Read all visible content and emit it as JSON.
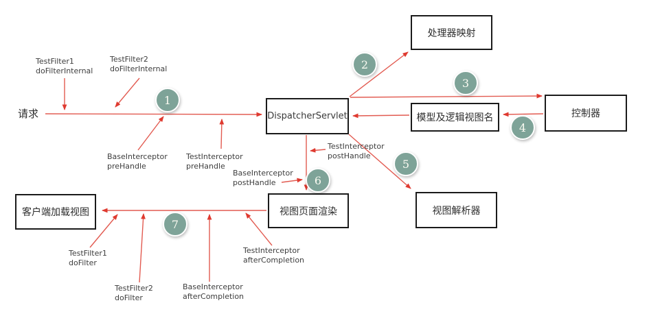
{
  "request_label": "请求",
  "boxes": {
    "dispatcher": "DispatcherServlet",
    "handler_mapping": "处理器映射",
    "controller": "控制器",
    "model_view": "模型及逻辑视图名",
    "view_render": "视图页面渲染",
    "view_resolver": "视图解析器",
    "client_view": "客户端加载视图"
  },
  "steps": [
    "1",
    "2",
    "3",
    "4",
    "5",
    "6",
    "7"
  ],
  "labels": {
    "tf1_internal": "TestFilter1\ndoFilterInternal",
    "tf2_internal": "TestFilter2\ndoFilterInternal",
    "base_prehandle": "BaseInterceptor\npreHandle",
    "test_prehandle": "TestInterceptor\npreHandle",
    "test_posthandle": "TestInterceptor\npostHandle",
    "base_posthandle": "BaseInterceptor\npostHandle",
    "tf1_dofilter": "TestFilter1\ndoFilter",
    "tf2_dofilter": "TestFilter2\ndoFilter",
    "base_aftercompletion": "BaseInterceptor\nafterCompletion",
    "test_aftercompletion": "TestInterceptor\nafterCompletion"
  },
  "colors": {
    "arrow_red": "#e0483e",
    "step_circle_green": "#7ea398",
    "box_border": "#1a1a1a",
    "label_text": "#3d3d3d"
  }
}
